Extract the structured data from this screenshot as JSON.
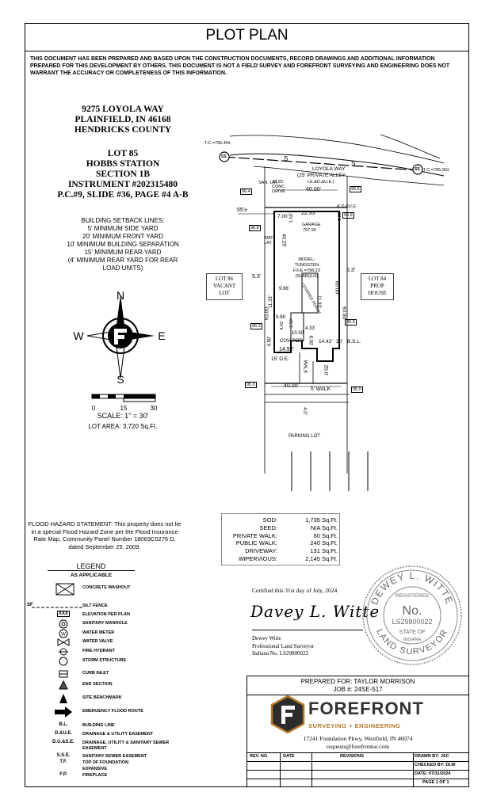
{
  "document": {
    "title": "PLOT PLAN",
    "disclaimer": "THIS DOCUMENT HAS BEEN PREPARED AND BASED UPON THE CONSTRUCTION DOCUMENTS, RECORD DRAWINGS AND ADDITIONAL INFORMATION PREPARED FOR THIS DEVELOPMENT BY OTHERS. THIS DOCUMENT IS NOT A FIELD SURVEY AND FOREFRONT SURVEYING AND ENGINEERING DOES NOT WARRANT THE ACCURACY OR COMPLETENESS OF THIS INFORMATION."
  },
  "address": [
    "9275 LOYOLA WAY",
    "PLAINFIELD, IN 46168",
    "HENDRICKS COUNTY"
  ],
  "lot_info": [
    "LOT 85",
    "HOBBS STATION",
    "SECTION 1B",
    "INSTRUMENT #202315480",
    "P.C.#9, SLIDE #36, PAGE #4 A-B"
  ],
  "setbacks": [
    "BUILDING SETBACK LINES:",
    "5' MINIMUM SIDE YARD",
    "20' MINIMUM FRONT YARD",
    "10' MINIMUM BUILDING SEPARATION",
    "15' MINIMUM REAR YARD",
    "(4' MINIMUM REAR YARD FOR REAR",
    "LOAD UNITS)"
  ],
  "compass": {
    "n": "N",
    "s": "S",
    "e": "E",
    "w": "W"
  },
  "scale": {
    "ticks": [
      "0",
      "15",
      "30"
    ],
    "text": "SCALE:  1\" = 30'",
    "lot_area": "LOT AREA: 3,720 Sq.Ft."
  },
  "plan": {
    "street": "LOYOLA WAY",
    "alley": "(25' PRIVATE ALLEY",
    "alley2": "I.E.&D.&U.E.)",
    "tc_left": "T.C.=795.49±",
    "tc_right": "T.C.=795.90±",
    "manhole": "SS",
    "s_left": "S",
    "s_right": "S",
    "san_lat": "SAN. LAT.",
    "conc": "18.25' CONC DRIVE",
    "dim_40_top": "40.00'",
    "dim_22": "22.33'",
    "dim_55": "55'±",
    "due": "4' D.&U.E.",
    "garage": "GARAGE",
    "garage_elev": "797.90",
    "wat_lat": "WAT LAT.",
    "dim_40_25": "40.25'",
    "dim_7": "7.00'",
    "dim_150": "1.50'",
    "dim_020": "0.23'",
    "model": [
      "MODEL:",
      "TUNGSTEN",
      "F.F.E.=798.23",
      "(SLAB)(LH)"
    ],
    "dim_53_l": "5.3'",
    "dim_53_r": "5.3'",
    "dim_93_l": "93.00'",
    "dim_93_r": "93.00'",
    "dim_69": "69.00'",
    "dim_996_a": "9.96'",
    "dim_996_b": "9.96'",
    "dim_1133_a": "11.33'",
    "dim_1133_b": "11.33'",
    "covered_porch": "COVERED PORCH",
    "dim_433": "4.33'",
    "dim_1050": "10.50'",
    "dim_150b": "1.50'",
    "dim_442": "4.42'",
    "dim_600": "6.00'",
    "dim_1442": "14.42'",
    "dim_20": "20'",
    "bsl": "B.S.L.",
    "dim_450": "4.50'",
    "cov_por": "COV. POR.",
    "dim_1492": "14.92'",
    "de15": "15' D.E.",
    "walk": "WALK",
    "dim_20_0": "20.0'",
    "dim_40_bot": "40.00'",
    "walk5": "5' WALK",
    "dim_40b": "4.0'",
    "parking": "PARKING LOT",
    "e_964": "96.4",
    "e_966": "96.6",
    "e_969a": "96.9",
    "e_968": "96.8",
    "e_963": "96.3",
    "e_969b": "96.9",
    "e_950a": "95.0",
    "e_950b": "95.0",
    "lot86": [
      "LOT 86",
      "VACANT",
      "LOT"
    ],
    "lot84": [
      "LOT 84",
      "PROP",
      "HOUSE"
    ]
  },
  "flood": "FLOOD HAZARD STATEMENT: This property does not lie in a special Flood Hazard Zone per the Flood Insurance Rate Map, Community Panel Number 18063C0276 D, dated September 25, 2009.",
  "areas": [
    {
      "label": "SOD:",
      "value": "1,735 Sq.Ft."
    },
    {
      "label": "SEED:",
      "value": "N/A Sq.Ft."
    },
    {
      "label": "PRIVATE WALK:",
      "value": "60 Sq.Ft."
    },
    {
      "label": "PUBLIC WALK:",
      "value": "240 Sq.Ft."
    },
    {
      "label": "DRIVEWAY:",
      "value": "131 Sq.Ft."
    },
    {
      "label": "IMPERVIOUS:",
      "value": "2,145 Sq.Ft."
    }
  ],
  "legend": {
    "title": "LEGEND",
    "subtitle": "AS APPLICABLE",
    "items": [
      {
        "sym": "",
        "label": "CONCRETE WASHOUT"
      },
      {
        "sym": "SF",
        "label": "SILT FENCE"
      },
      {
        "sym": "XXX",
        "label": "ELEVATION PER PLAN"
      },
      {
        "sym": "",
        "label": "SANITARY MANHOLE"
      },
      {
        "sym": "",
        "label": "WATER METER"
      },
      {
        "sym": "",
        "label": "WATER VALVE"
      },
      {
        "sym": "",
        "label": "FIRE HYDRANT"
      },
      {
        "sym": "",
        "label": "STORM STRUCTURE"
      },
      {
        "sym": "",
        "label": "CURB INLET"
      },
      {
        "sym": "",
        "label": "END SECTION"
      },
      {
        "sym": "",
        "label": "SITE BENCHMARK"
      },
      {
        "sym": "",
        "label": "EMERGENCY FLOOD ROUTE"
      },
      {
        "sym": "B.L.",
        "label": "BUILDING LINE"
      },
      {
        "sym": "D.&U.E.",
        "label": "DRAINAGE & UTILITY EASEMENT"
      },
      {
        "sym": "D.U.&S.E.",
        "label": "DRAINAGE, UTILITY & SANITARY SEWER EASEMENT"
      },
      {
        "sym": "S.S.E.",
        "label": "SANITARY SEWER EASEMENT"
      },
      {
        "sym": "T.F.",
        "label": "TOP OF FOUNDATION"
      },
      {
        "sym": "",
        "label": "EXPANSIVE"
      },
      {
        "sym": "F.P.",
        "label": "FIREPLACE"
      }
    ]
  },
  "certification": {
    "text": "Certified this 31st day of July, 2024",
    "signature": "Davey L. Witte",
    "name": "Dewey Witte",
    "role": "Professional Land Surveyor",
    "license": "Indiana No. LS29800022"
  },
  "seal": {
    "top": "DEWEY L. WITTE",
    "registered": "REGISTERED",
    "no": "No.",
    "number": "LS29800022",
    "state": "STATE OF",
    "indiana": "INDIANA",
    "bottom": "LAND SURVEYOR"
  },
  "titleblock": {
    "prepared_for": "PREPARED FOR: TAYLOR MORRISON",
    "job": "JOB #: 24SE-517",
    "logo_letter": "F",
    "company": "FOREFRONT",
    "tagline": "SURVEYING + ENGINEERING",
    "address": "17241 Foundation Pkwy, Westfield, IN 46074",
    "email": "requests@forefrontse.com",
    "headers": [
      "REV. NO.",
      "DATE",
      "REVISIONS"
    ],
    "drawn": "DRAWN BY: JSC",
    "checked": "CHECKED BY: DLW",
    "date": "DATE: 07/31/2024",
    "page": "PAGE 1 OF 1"
  },
  "colors": {
    "accent": "#b5762a",
    "logo_dark": "#333333"
  }
}
